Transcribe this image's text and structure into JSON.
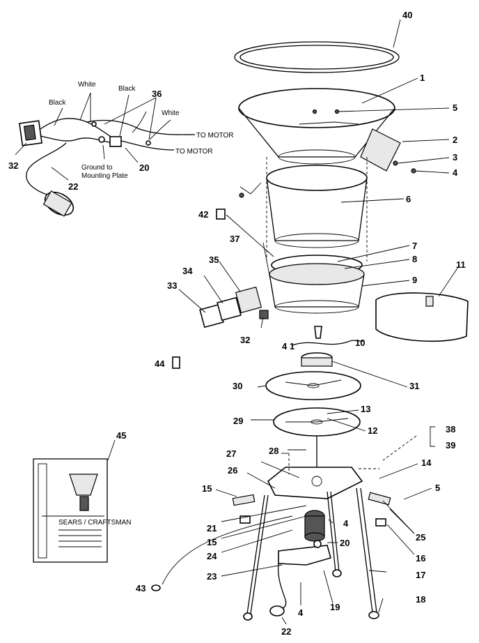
{
  "callouts": [
    {
      "id": "c40",
      "text": "40"
    },
    {
      "id": "c1",
      "text": "1"
    },
    {
      "id": "c5a",
      "text": "5"
    },
    {
      "id": "c2",
      "text": "2"
    },
    {
      "id": "c3",
      "text": "3"
    },
    {
      "id": "c4a",
      "text": "4"
    },
    {
      "id": "c6",
      "text": "6"
    },
    {
      "id": "c42",
      "text": "42"
    },
    {
      "id": "c37",
      "text": "37"
    },
    {
      "id": "c7",
      "text": "7"
    },
    {
      "id": "c8",
      "text": "8"
    },
    {
      "id": "c35",
      "text": "35"
    },
    {
      "id": "c34",
      "text": "34"
    },
    {
      "id": "c9",
      "text": "9"
    },
    {
      "id": "c11",
      "text": "11"
    },
    {
      "id": "c33",
      "text": "33"
    },
    {
      "id": "c32b",
      "text": "32"
    },
    {
      "id": "c41",
      "text": "4 1"
    },
    {
      "id": "c10",
      "text": "10"
    },
    {
      "id": "c44",
      "text": "44"
    },
    {
      "id": "c31",
      "text": "31"
    },
    {
      "id": "c30",
      "text": "30"
    },
    {
      "id": "c13",
      "text": "13"
    },
    {
      "id": "c29",
      "text": "29"
    },
    {
      "id": "c12",
      "text": "12"
    },
    {
      "id": "c38",
      "text": "38"
    },
    {
      "id": "c39",
      "text": "39"
    },
    {
      "id": "c28",
      "text": "28"
    },
    {
      "id": "c27",
      "text": "27"
    },
    {
      "id": "c14",
      "text": "14"
    },
    {
      "id": "c26",
      "text": "26"
    },
    {
      "id": "c5b",
      "text": "5"
    },
    {
      "id": "c15a",
      "text": "15"
    },
    {
      "id": "c4b",
      "text": "4"
    },
    {
      "id": "c21",
      "text": "21"
    },
    {
      "id": "c25",
      "text": "25"
    },
    {
      "id": "c15b",
      "text": "15"
    },
    {
      "id": "c24",
      "text": "24"
    },
    {
      "id": "c20b",
      "text": "20"
    },
    {
      "id": "c16",
      "text": "16"
    },
    {
      "id": "c23",
      "text": "23"
    },
    {
      "id": "c17",
      "text": "17"
    },
    {
      "id": "c43",
      "text": "43"
    },
    {
      "id": "c4c",
      "text": "4"
    },
    {
      "id": "c19",
      "text": "19"
    },
    {
      "id": "c18",
      "text": "18"
    },
    {
      "id": "c22b",
      "text": "22"
    },
    {
      "id": "c45",
      "text": "45"
    },
    {
      "id": "c32a",
      "text": "32"
    },
    {
      "id": "c22a",
      "text": "22"
    },
    {
      "id": "c20a",
      "text": "20"
    },
    {
      "id": "c36",
      "text": "36"
    }
  ],
  "wiring": {
    "white_top": "White",
    "black_left": "Black",
    "black_right": "Black",
    "white_right": "White",
    "to_motor_1": "TO MOTOR",
    "to_motor_2": "TO MOTOR",
    "ground_line1": "Ground to",
    "ground_line2": "Mounting Plate"
  },
  "manual": {
    "brand": "SEARS / CRAFTSMAN"
  }
}
